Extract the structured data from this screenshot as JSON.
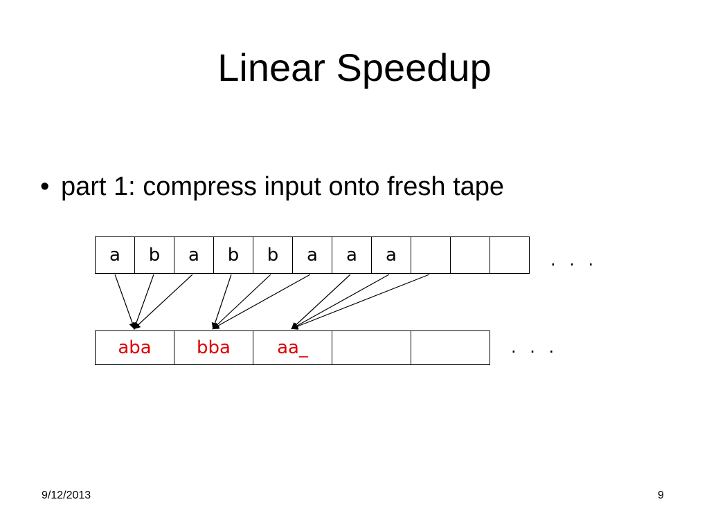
{
  "title": "Linear Speedup",
  "bullet": "part 1: compress input onto fresh tape",
  "tape_input": {
    "cells": [
      "a",
      "b",
      "a",
      "b",
      "b",
      "a",
      "a",
      "a",
      "",
      "",
      ""
    ],
    "ellipsis": ". . ."
  },
  "tape_compressed": {
    "cells": [
      "aba",
      "bba",
      "aa_",
      "",
      ""
    ],
    "ellipsis": ". . .",
    "text_color": "#e00000"
  },
  "footer": {
    "date": "9/12/2013",
    "page": "9"
  }
}
